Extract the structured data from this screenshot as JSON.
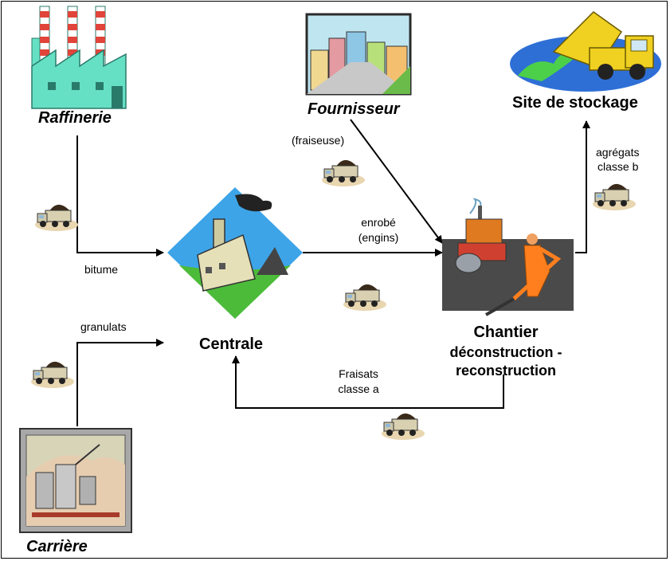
{
  "nodes": {
    "raffinerie": "Raffinerie",
    "fournisseur": "Fournisseur",
    "site_stockage": "Site de stockage",
    "centrale": "Centrale",
    "chantier_title": "Chantier",
    "chantier_sub1": "déconstruction -",
    "chantier_sub2": "reconstruction",
    "carriere": "Carrière"
  },
  "edges": {
    "bitume": "bitume",
    "granulats": "granulats",
    "fraiseuse": "(fraiseuse)",
    "enrobe_1": "enrobé",
    "enrobe_2": "(engins)",
    "agregats_1": "agrégats",
    "agregats_2": "classe b",
    "fraisats_1": "Fraisats",
    "fraisats_2": "classe a"
  },
  "icons": [
    "factory-icon",
    "city-icon",
    "dump-truck-icon",
    "plant-icon",
    "road-worker-icon",
    "quarry-icon",
    "truck-icon"
  ],
  "colors": {
    "factory": "#66e0c4",
    "chimney_stripe": "#e0443a",
    "plant_sky": "#3da4e8",
    "plant_ground": "#4cbb3a",
    "truck": "#e8d44a",
    "road": "#4a4a4a",
    "worker": "#ff7f1e"
  }
}
